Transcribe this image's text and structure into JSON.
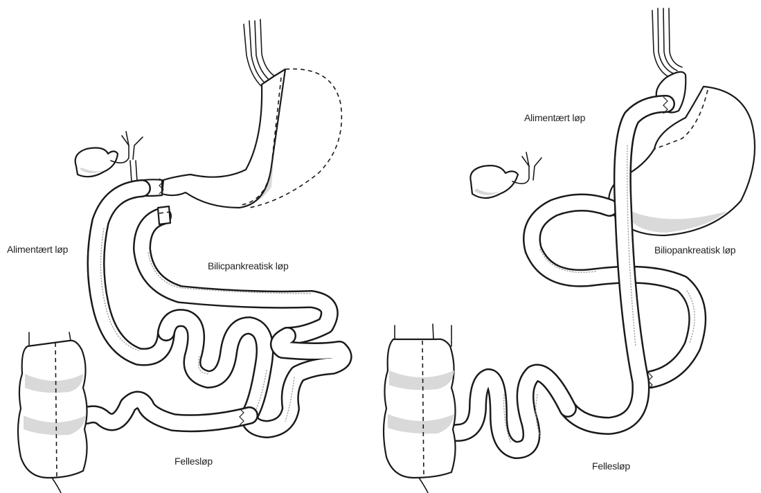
{
  "left_panel": {
    "label_alimentary": "Alimentært løp",
    "label_biliopancreatic": "Bilicpankreatisk løp",
    "label_common": "Fellesløp"
  },
  "right_panel": {
    "label_alimentary": "Alimentært løp",
    "label_biliopancreatic": "Biliopankreatisk løp",
    "label_common": "Fellesløp"
  }
}
